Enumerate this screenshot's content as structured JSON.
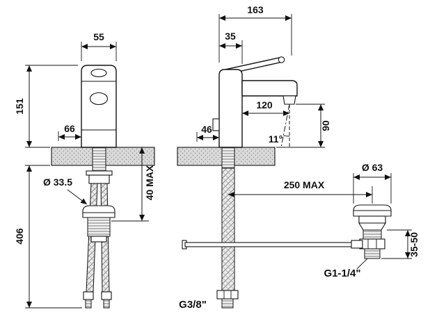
{
  "drawing": {
    "front_view": {
      "width_top": "55",
      "body_height": "151",
      "base_dim": "66",
      "hole_diameter": "Ø 33.5",
      "deck_thickness_max": "40 MAX",
      "hose_length": "406"
    },
    "side_view": {
      "total_depth": "163",
      "body_depth": "35",
      "spout_reach": "120",
      "outlet_height": "90",
      "back_offset": "46",
      "stream_angle": "11°",
      "waste_distance_max": "250 MAX",
      "waste_flange_diameter": "Ø 63",
      "tailpiece_range": "35-50",
      "waste_thread": "G1-1/4\"",
      "supply_thread": "G3/8\""
    }
  }
}
